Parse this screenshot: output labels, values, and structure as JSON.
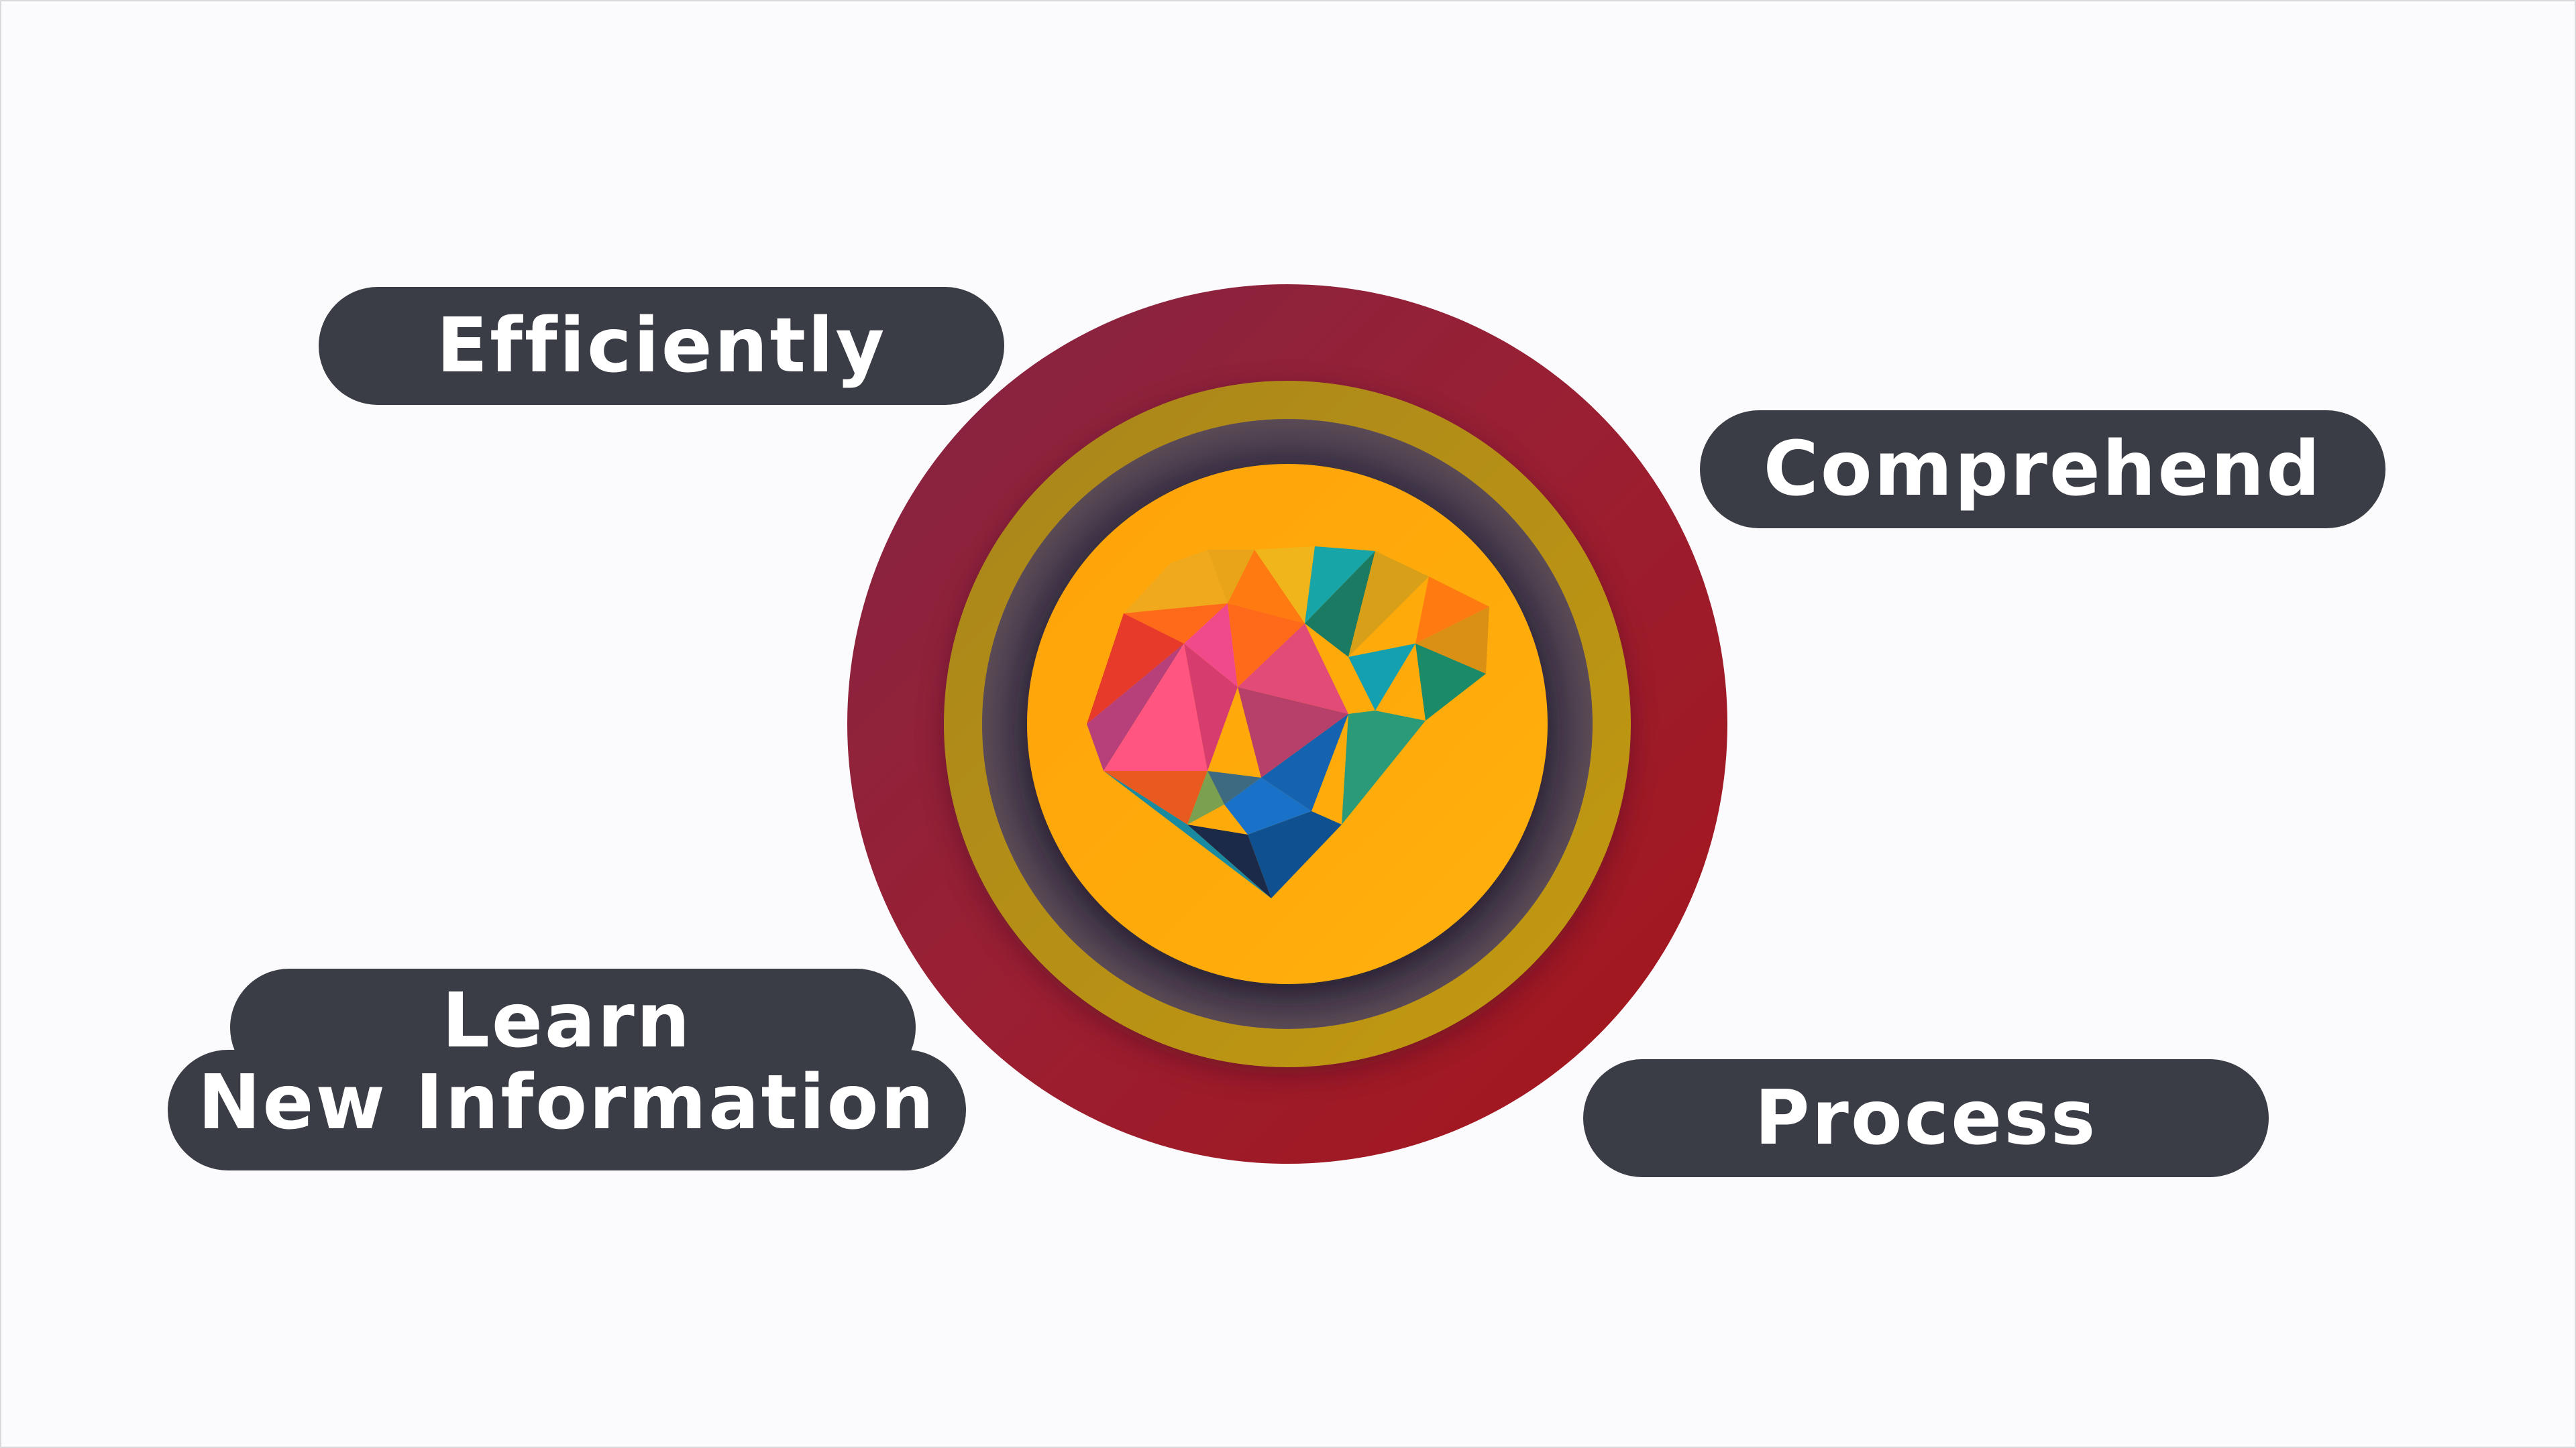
{
  "labels": {
    "efficiently": "Efficiently",
    "comprehend": "Comprehend",
    "process": "Process",
    "learn_line1": "Learn",
    "learn_line2": "New Information"
  },
  "icons": {
    "center": "polygon-brain-icon"
  },
  "colors": {
    "pill": "#3a3d45",
    "outer_ring": "#97203a",
    "gold_ring": "#b8900e",
    "inner_disc": "#ffa60a",
    "background": "#fbfafc"
  }
}
